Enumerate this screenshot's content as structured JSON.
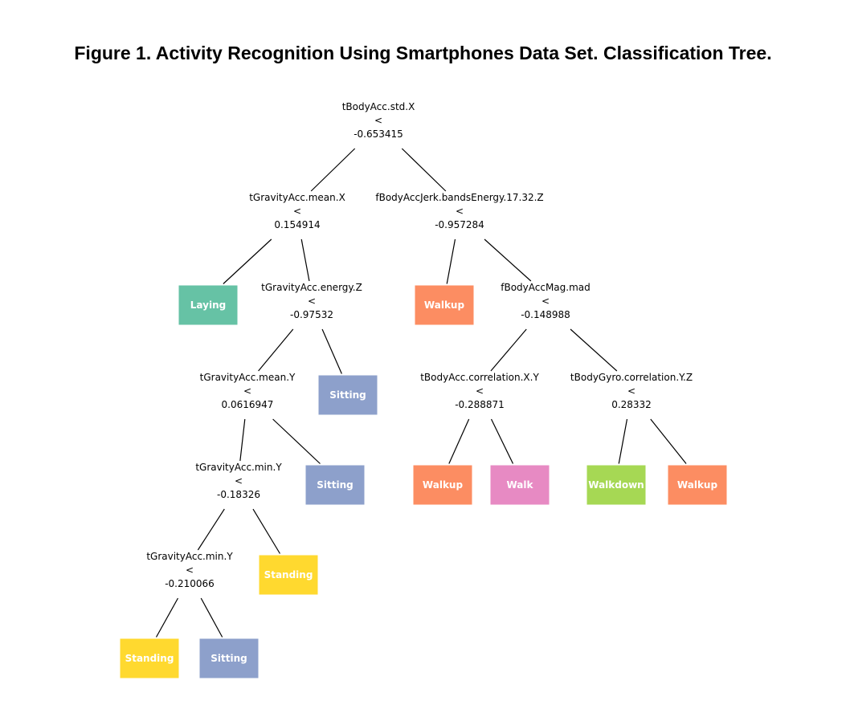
{
  "title": "Figure 1. Activity Recognition Using Smartphones Data Set. Classification Tree.",
  "class_colors": {
    "Laying": "#66c2a5",
    "Walkup": "#fc8d62",
    "Sitting": "#8da0cb",
    "Walk": "#e78ac3",
    "Walkdown": "#a6d854",
    "Standing": "#ffd92f"
  },
  "nodes": [
    {
      "id": "n1",
      "type": "split",
      "feature": "tBodyAcc.std.X",
      "op": "<",
      "threshold": "-0.653415"
    },
    {
      "id": "n2",
      "type": "split",
      "feature": "tGravityAcc.mean.X",
      "op": "<",
      "threshold": "0.154914"
    },
    {
      "id": "n3",
      "type": "split",
      "feature": "fBodyAccJerk.bandsEnergy.17.32.Z",
      "op": "<",
      "threshold": "-0.957284"
    },
    {
      "id": "n4",
      "type": "leaf",
      "label": "Laying"
    },
    {
      "id": "n5",
      "type": "split",
      "feature": "tGravityAcc.energy.Z",
      "op": "<",
      "threshold": "-0.97532"
    },
    {
      "id": "n6",
      "type": "leaf",
      "label": "Walkup"
    },
    {
      "id": "n7",
      "type": "split",
      "feature": "fBodyAccMag.mad",
      "op": "<",
      "threshold": "-0.148988"
    },
    {
      "id": "n8",
      "type": "split",
      "feature": "tGravityAcc.mean.Y",
      "op": "<",
      "threshold": "0.0616947"
    },
    {
      "id": "n9",
      "type": "leaf",
      "label": "Sitting"
    },
    {
      "id": "n10",
      "type": "split",
      "feature": "tBodyAcc.correlation.X.Y",
      "op": "<",
      "threshold": "-0.288871"
    },
    {
      "id": "n11",
      "type": "split",
      "feature": "tBodyGyro.correlation.Y.Z",
      "op": "<",
      "threshold": "0.28332"
    },
    {
      "id": "n12",
      "type": "split",
      "feature": "tGravityAcc.min.Y",
      "op": "<",
      "threshold": "-0.18326"
    },
    {
      "id": "n13",
      "type": "leaf",
      "label": "Sitting"
    },
    {
      "id": "n14",
      "type": "leaf",
      "label": "Walkup"
    },
    {
      "id": "n15",
      "type": "leaf",
      "label": "Walk"
    },
    {
      "id": "n16",
      "type": "leaf",
      "label": "Walkdown"
    },
    {
      "id": "n17",
      "type": "leaf",
      "label": "Walkup"
    },
    {
      "id": "n18",
      "type": "split",
      "feature": "tGravityAcc.min.Y",
      "op": "<",
      "threshold": "-0.210066"
    },
    {
      "id": "n19",
      "type": "leaf",
      "label": "Standing"
    },
    {
      "id": "n20",
      "type": "leaf",
      "label": "Standing"
    },
    {
      "id": "n21",
      "type": "leaf",
      "label": "Sitting"
    }
  ],
  "edges": [
    [
      "n1",
      "n2"
    ],
    [
      "n1",
      "n3"
    ],
    [
      "n2",
      "n4"
    ],
    [
      "n2",
      "n5"
    ],
    [
      "n3",
      "n6"
    ],
    [
      "n3",
      "n7"
    ],
    [
      "n5",
      "n8"
    ],
    [
      "n5",
      "n9"
    ],
    [
      "n7",
      "n10"
    ],
    [
      "n7",
      "n11"
    ],
    [
      "n8",
      "n12"
    ],
    [
      "n8",
      "n13"
    ],
    [
      "n10",
      "n14"
    ],
    [
      "n10",
      "n15"
    ],
    [
      "n11",
      "n16"
    ],
    [
      "n11",
      "n17"
    ],
    [
      "n12",
      "n18"
    ],
    [
      "n12",
      "n19"
    ],
    [
      "n18",
      "n20"
    ],
    [
      "n18",
      "n21"
    ]
  ]
}
